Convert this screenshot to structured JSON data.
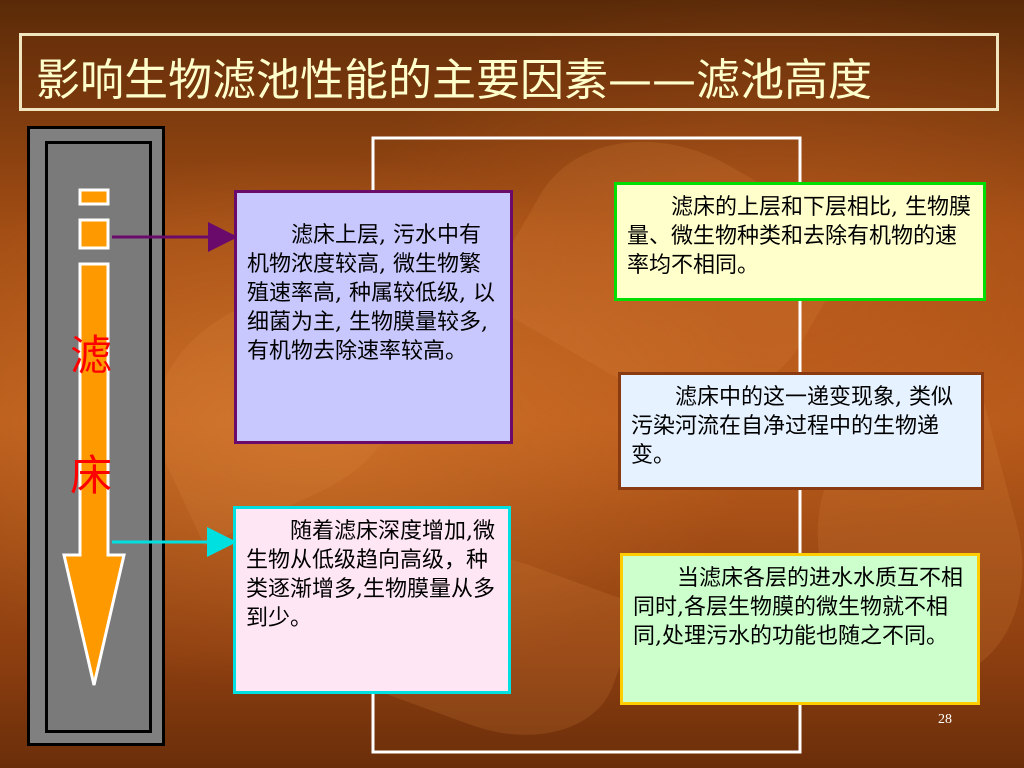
{
  "slide": {
    "title": "影响生物滤池性能的主要因素——滤池高度",
    "filter_bed_chars": [
      "滤",
      "床"
    ],
    "boxes": {
      "upper_layer": "滤床上层, 污水中有机物浓度较高, 微生物繁殖速率高, 种属较低级, 以细菌为主, 生物膜量较多, 有机物去除速率较高。",
      "depth_increase": "随着滤床深度增加,微生物从低级趋向高级，种类逐渐增多,生物膜量从多到少。",
      "layer_compare": "滤床的上层和下层相比, 生物膜量、微生物种类和去除有机物的速率均不相同。",
      "gradual_change": "滤床中的这一递变现象, 类似污染河流在自净过程中的生物递变。",
      "water_quality": "当滤床各层的进水水质互不相同时,各层生物膜的微生物就不相同,处理污水的功能也随之不同。"
    },
    "page_number": "28"
  },
  "colors": {
    "title_text": "#ffffcc",
    "arrow": "#ff9900",
    "bed_text": "#ff0000",
    "upper_box_bg": "#c8c8ff",
    "upper_box_border": "#6a0a6a",
    "depth_box_bg": "#ffe6f5",
    "depth_box_border": "#00e0e0",
    "compare_box_bg": "#ffffcc",
    "compare_box_border": "#00dd00",
    "gradual_box_bg": "#e6f2ff",
    "gradual_box_border": "#8a3a10",
    "quality_box_bg": "#ccffcc",
    "quality_box_border": "#ffcc00"
  }
}
